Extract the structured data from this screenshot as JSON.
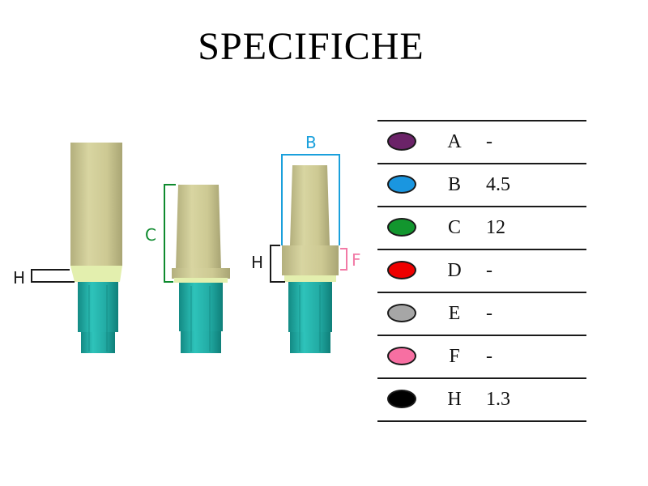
{
  "title": "SPECIFICHE",
  "colors": {
    "body_light": "#d6d39e",
    "body_mid": "#c2be8a",
    "body_dark": "#a8a474",
    "collar": "#e6f2b0",
    "base_light": "#2ebab2",
    "base_dark": "#138c86",
    "dim_black": "#1a1a1a",
    "dim_green": "#0e8a2e",
    "dim_blue": "#1aa0dc",
    "dim_pink": "#f27aa6"
  },
  "dimension_labels": {
    "h_left": "H",
    "c": "C",
    "b": "B",
    "h_right": "H",
    "f": "F"
  },
  "specs": [
    {
      "letter": "A",
      "value": "-",
      "color": "#6b2368"
    },
    {
      "letter": "B",
      "value": "4.5",
      "color": "#1a96e0"
    },
    {
      "letter": "C",
      "value": "12",
      "color": "#12962e"
    },
    {
      "letter": "D",
      "value": "-",
      "color": "#ee0000"
    },
    {
      "letter": "E",
      "value": "-",
      "color": "#a6a6a6"
    },
    {
      "letter": "F",
      "value": "-",
      "color": "#f76fa2"
    },
    {
      "letter": "H",
      "value": "1.3",
      "color": "#000000"
    }
  ]
}
